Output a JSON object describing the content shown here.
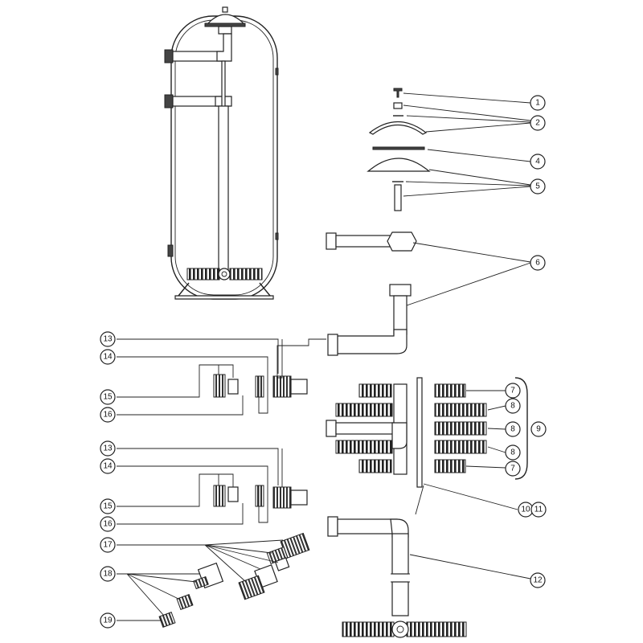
{
  "callouts": {
    "c1": "1",
    "c2": "2",
    "c4": "4",
    "c5": "5",
    "c6": "6",
    "c7a": "7",
    "c7b": "7",
    "c8a": "8",
    "c8b": "8",
    "c8c": "8",
    "c9": "9",
    "c10": "10",
    "c11": "11",
    "c12": "12",
    "c13a": "13",
    "c13b": "13",
    "c14a": "14",
    "c14b": "14",
    "c15a": "15",
    "c15b": "15",
    "c16a": "16",
    "c16b": "16",
    "c17": "17",
    "c18": "18",
    "c19": "19"
  }
}
